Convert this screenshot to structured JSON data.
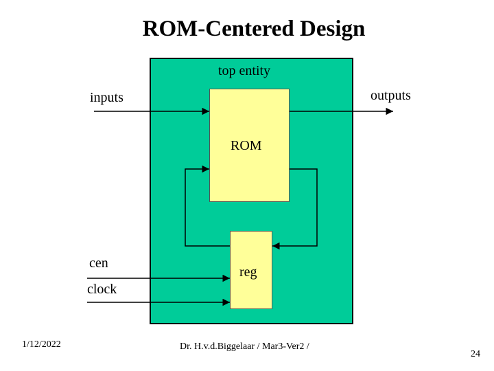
{
  "slide": {
    "title": "ROM-Centered Design",
    "footer_date": "1/12/2022",
    "footer_author": "Dr. H.v.d.Biggelaar / Mar3-Ver2 /",
    "page_number": "24"
  },
  "diagram": {
    "entity_label": "top entity",
    "input_label": "inputs",
    "output_label": "outputs",
    "rom_label": "ROM",
    "reg_label": "reg",
    "cen_label": "cen",
    "clock_label": "clock"
  },
  "colors": {
    "entity_fill": "#00cc99",
    "block_fill": "#ffff99",
    "wire": "#000000"
  }
}
